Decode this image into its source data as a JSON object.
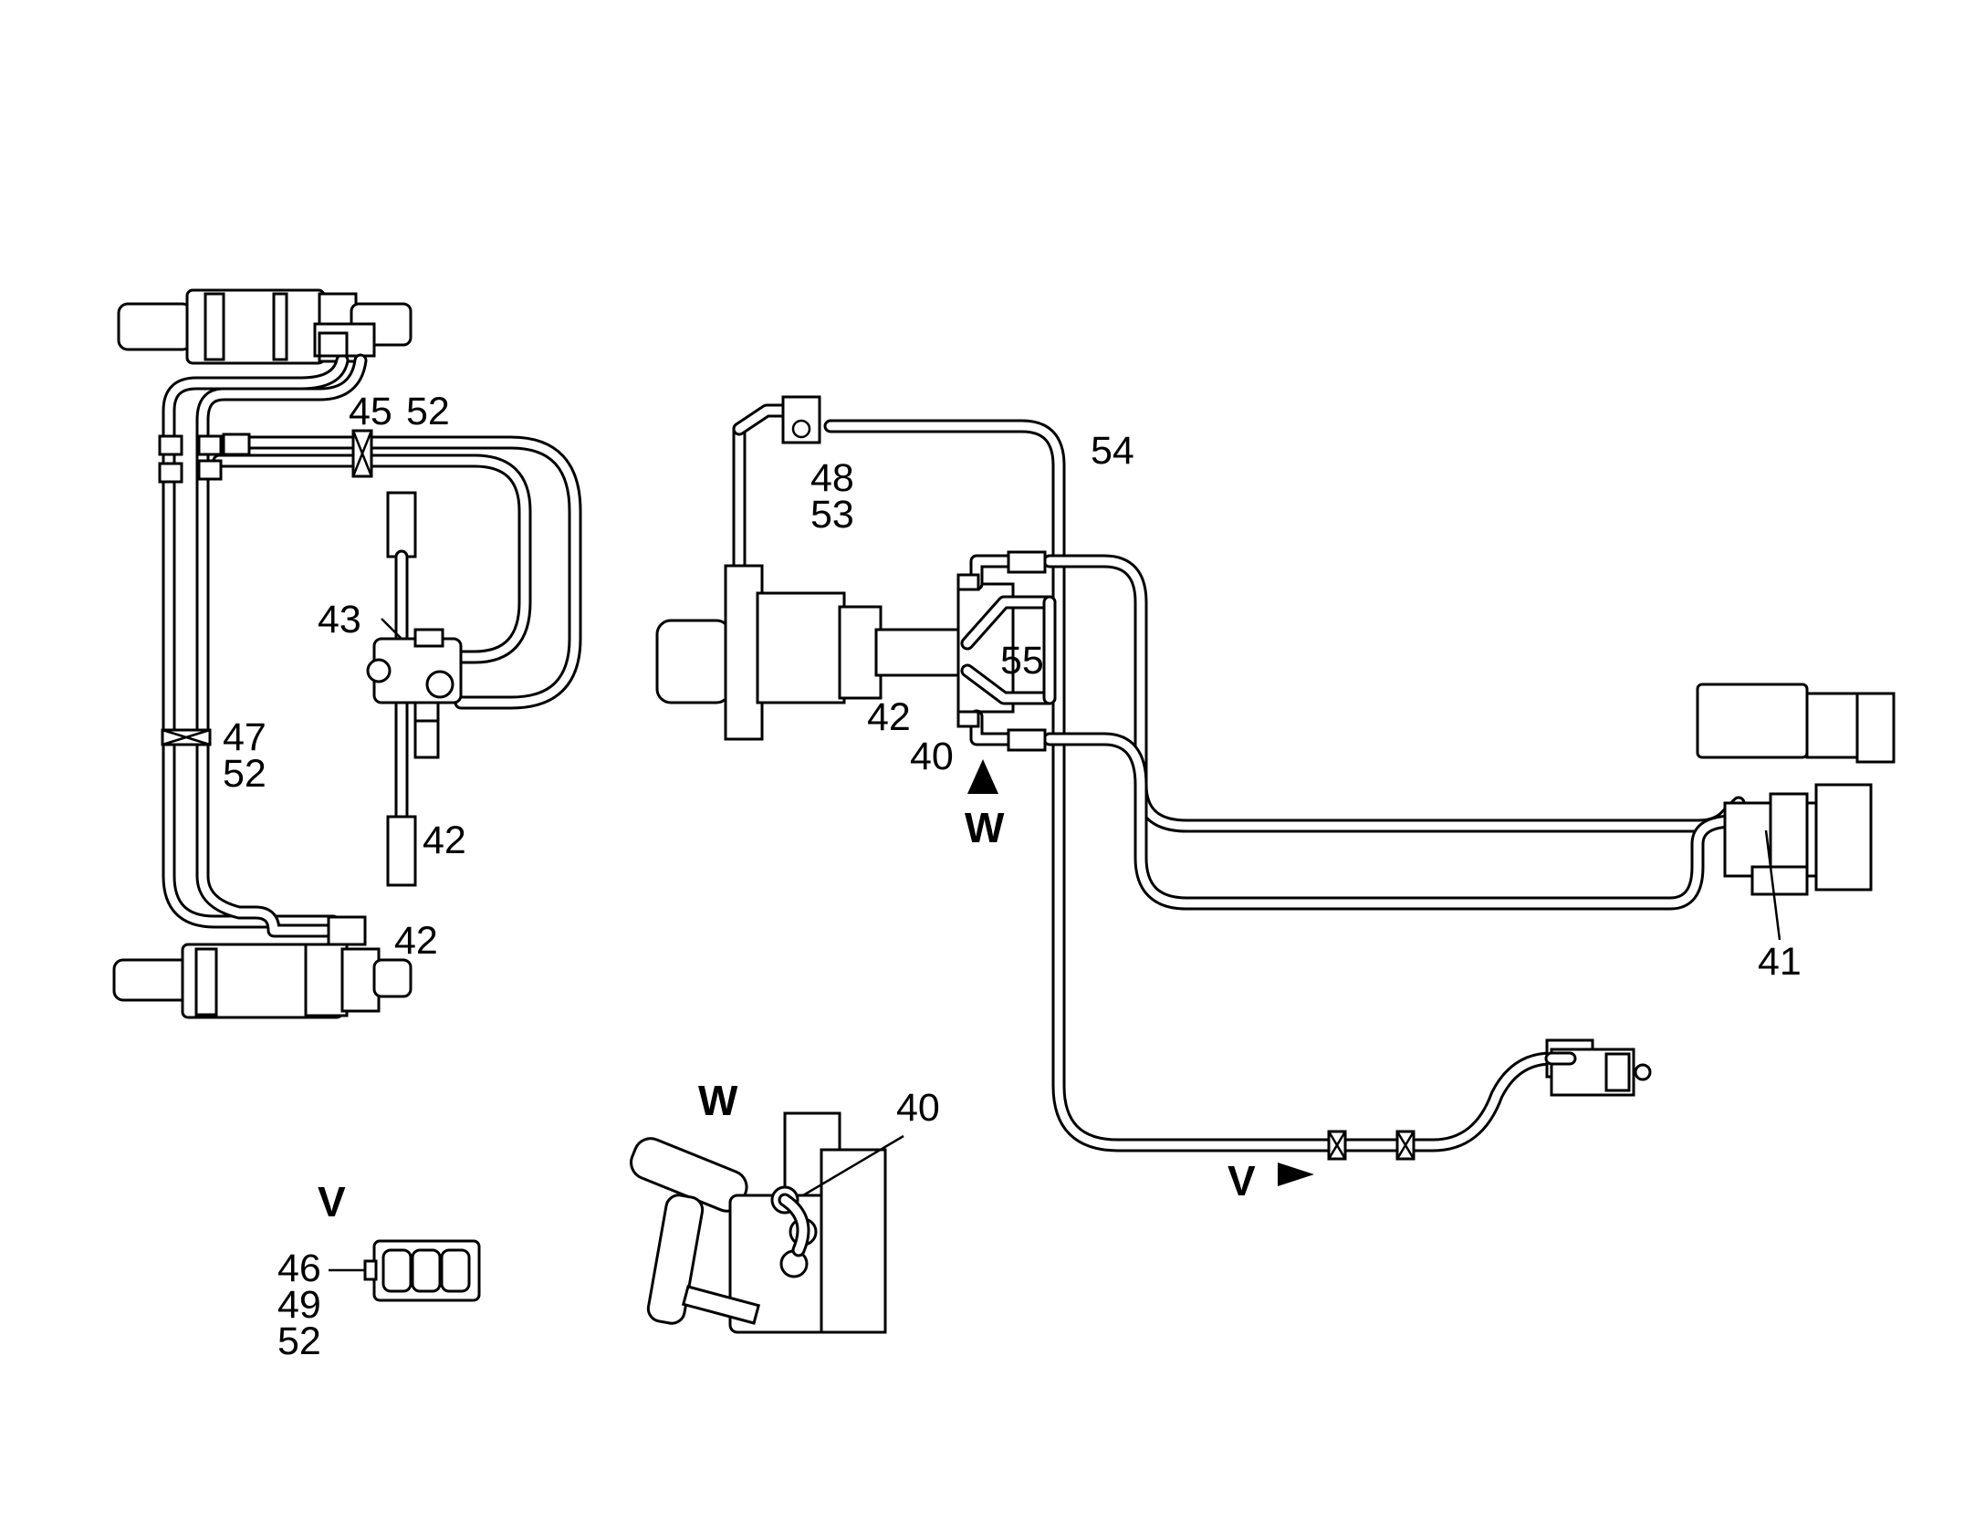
{
  "diagram": {
    "callouts": {
      "c45": "45",
      "c52_top": "52",
      "c43": "43",
      "c47": "47",
      "c52_mid": "52",
      "c42_left": "42",
      "c42_lower": "42",
      "c48": "48",
      "c53": "53",
      "c54": "54",
      "c55": "55",
      "c42_pump": "42",
      "c40_pump": "40",
      "c41": "41",
      "c40_detail": "40",
      "c46": "46",
      "c49": "49",
      "c52_bottom": "52"
    },
    "view_markers": {
      "w_arrow_label": "W",
      "w_detail_label": "W",
      "v_arrow_label": "V",
      "v_detail_label": "V"
    }
  }
}
